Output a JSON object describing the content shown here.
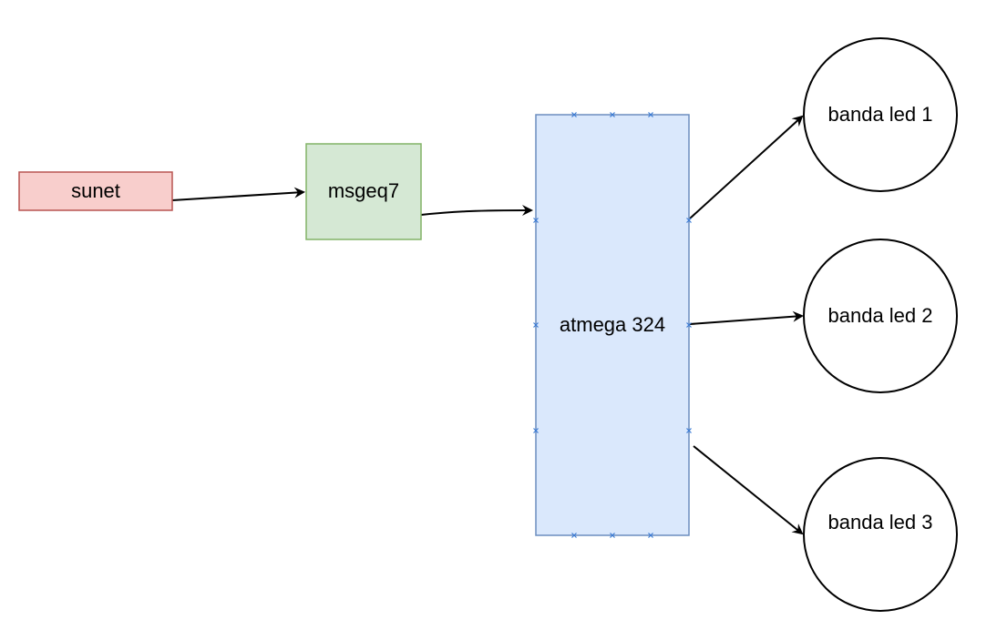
{
  "nodes": {
    "sunet": {
      "label": "sunet",
      "shape": "rectangle",
      "fill": "#f8cecc",
      "stroke": "#b85450"
    },
    "msgeq7": {
      "label": "msgeq7",
      "shape": "rectangle",
      "fill": "#d5e8d4",
      "stroke": "#82b366"
    },
    "atmega": {
      "label": "atmega 324",
      "shape": "rectangle",
      "fill": "#dae8fc",
      "stroke": "#6c8ebf"
    },
    "led1": {
      "label": "banda led 1",
      "shape": "circle",
      "fill": "#ffffff",
      "stroke": "#000000"
    },
    "led2": {
      "label": "banda led 2",
      "shape": "circle",
      "fill": "#ffffff",
      "stroke": "#000000"
    },
    "led3": {
      "label": "banda led 3",
      "shape": "circle",
      "fill": "#ffffff",
      "stroke": "#000000"
    }
  },
  "edges": [
    {
      "from": "sunet",
      "to": "msgeq7"
    },
    {
      "from": "msgeq7",
      "to": "atmega"
    },
    {
      "from": "atmega",
      "to": "led1"
    },
    {
      "from": "atmega",
      "to": "led2"
    },
    {
      "from": "atmega",
      "to": "led3"
    }
  ],
  "colors": {
    "edge": "#000000",
    "port_marker": "#3a7bd5"
  }
}
